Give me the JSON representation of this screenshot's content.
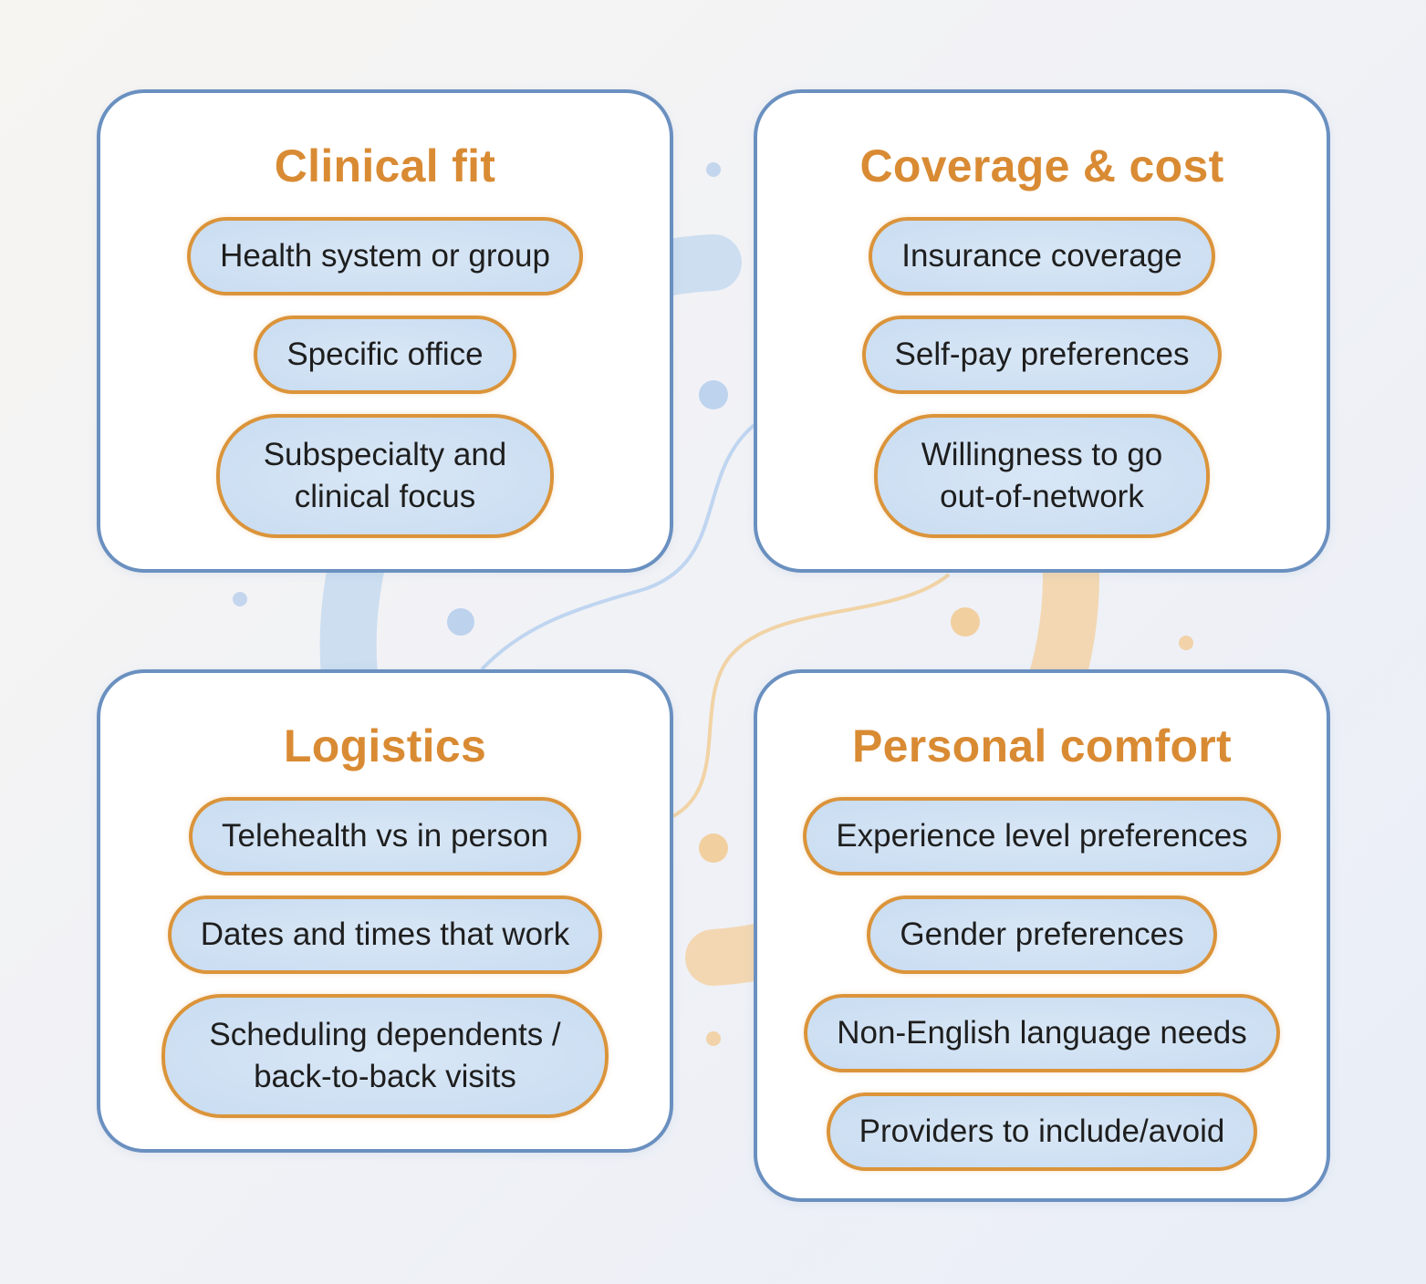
{
  "colors": {
    "card_border": "#6a90c0",
    "title": "#d98b34",
    "pill_fill": "#cfe1f3",
    "pill_border": "#db943a",
    "decor_blue": "#bcd3ee",
    "decor_orange": "#f0c995"
  },
  "cards": [
    {
      "title": "Clinical fit",
      "items": [
        {
          "lines": [
            "Health system or group"
          ]
        },
        {
          "lines": [
            "Specific office"
          ]
        },
        {
          "lines": [
            "Subspecialty and",
            "clinical focus"
          ]
        }
      ]
    },
    {
      "title": "Coverage & cost",
      "items": [
        {
          "lines": [
            "Insurance coverage"
          ]
        },
        {
          "lines": [
            "Self-pay preferences"
          ]
        },
        {
          "lines": [
            "Willingness to go",
            "out-of-network"
          ]
        }
      ]
    },
    {
      "title": "Logistics",
      "items": [
        {
          "lines": [
            "Telehealth vs in person"
          ]
        },
        {
          "lines": [
            "Dates and times that work"
          ]
        },
        {
          "lines": [
            "Scheduling dependents /",
            "back-to-back visits"
          ]
        }
      ]
    },
    {
      "title": "Personal comfort",
      "items": [
        {
          "lines": [
            "Experience level preferences"
          ]
        },
        {
          "lines": [
            "Gender preferences"
          ]
        },
        {
          "lines": [
            "Non-English language needs"
          ]
        },
        {
          "lines": [
            "Providers to include/avoid"
          ]
        }
      ]
    }
  ]
}
